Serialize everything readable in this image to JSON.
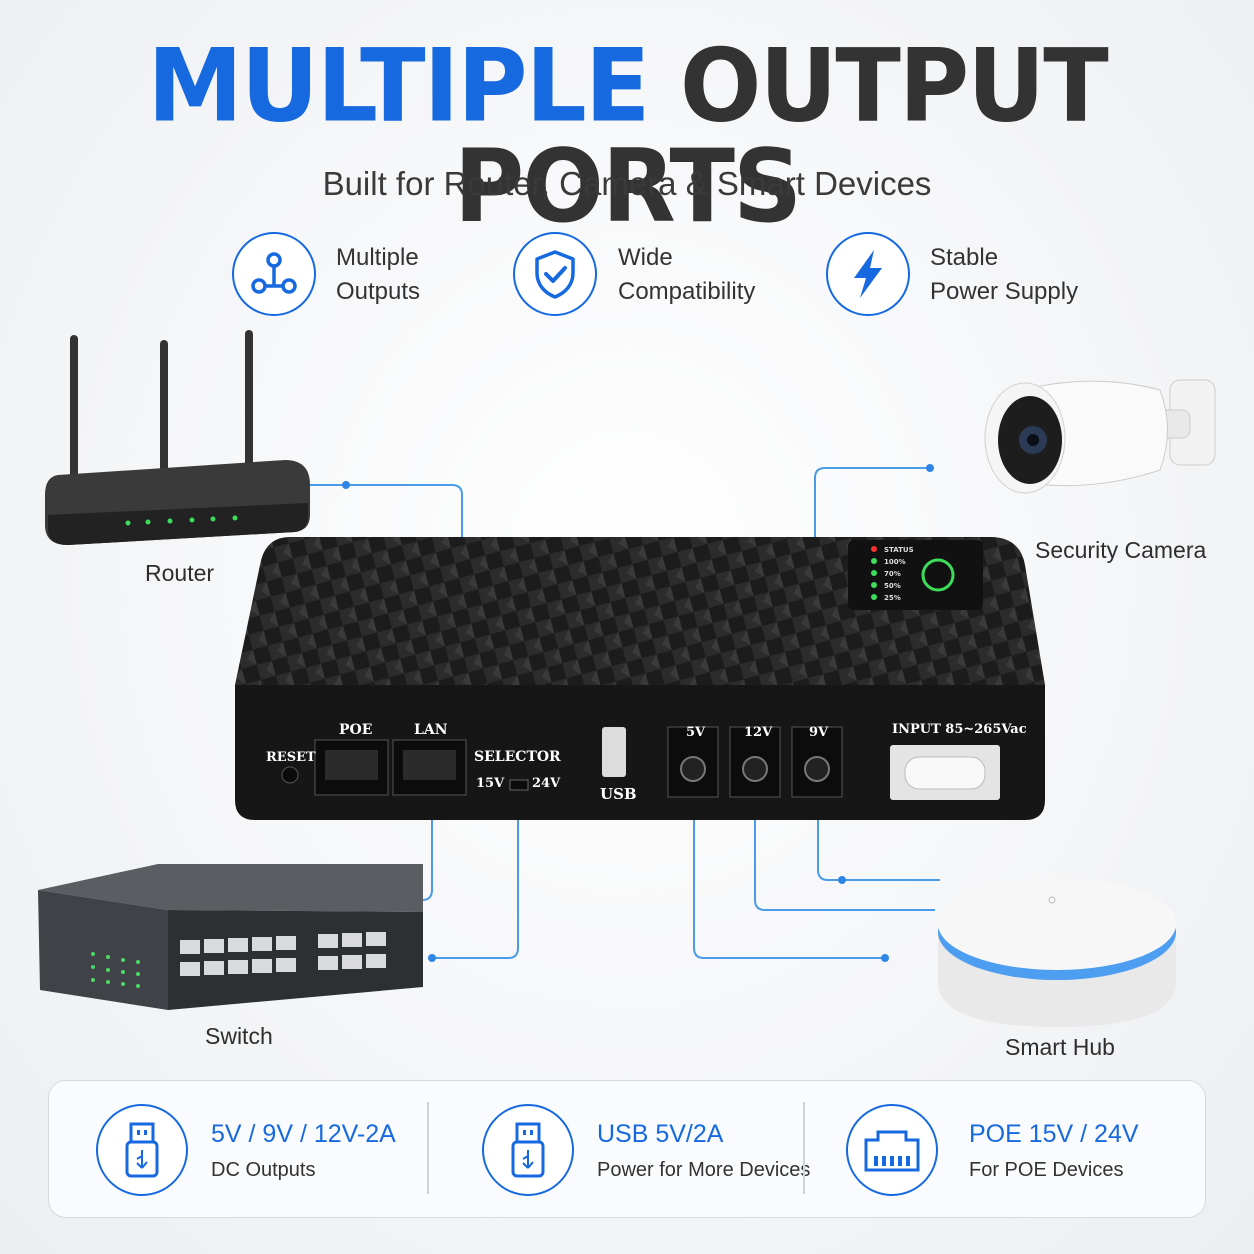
{
  "header": {
    "title_part1": "MULTIPLE",
    "title_part2": "OUTPUT PORTS",
    "subtitle": "Built for Router, Camera & Smart Devices"
  },
  "features": [
    {
      "icon": "network-nodes-icon",
      "line1": "Multiple",
      "line2": "Outputs"
    },
    {
      "icon": "shield-check-icon",
      "line1": "Wide",
      "line2": "Compatibility"
    },
    {
      "icon": "lightning-bolt-icon",
      "line1": "Stable",
      "line2": "Power Supply"
    }
  ],
  "devices": {
    "router": "Router",
    "camera": "Security Camera",
    "switch": "Switch",
    "hub": "Smart Hub"
  },
  "ups": {
    "led_labels": [
      "STATUS",
      "100%",
      "70%",
      "50%",
      "25%"
    ],
    "reset": "RESET",
    "poe": "POE",
    "lan": "LAN",
    "selector": "SELECTOR",
    "sel_15": "15V",
    "sel_24": "24V",
    "usb": "USB",
    "dc5": "5V",
    "dc12": "12V",
    "dc9": "9V",
    "input": "INPUT 85~265Vac"
  },
  "bottom": [
    {
      "icon": "usb-icon",
      "title": "5V / 9V / 12V-2A",
      "sub": "DC Outputs"
    },
    {
      "icon": "usb-icon",
      "title": "USB 5V/2A",
      "sub": "Power for More Devices"
    },
    {
      "icon": "ethernet-port-icon",
      "title": "POE 15V / 24V",
      "sub": "For POE Devices"
    }
  ],
  "colors": {
    "accent": "#1769e0",
    "dark": "#333333",
    "led_green": "#3ddc5a",
    "led_red": "#ff3030"
  }
}
